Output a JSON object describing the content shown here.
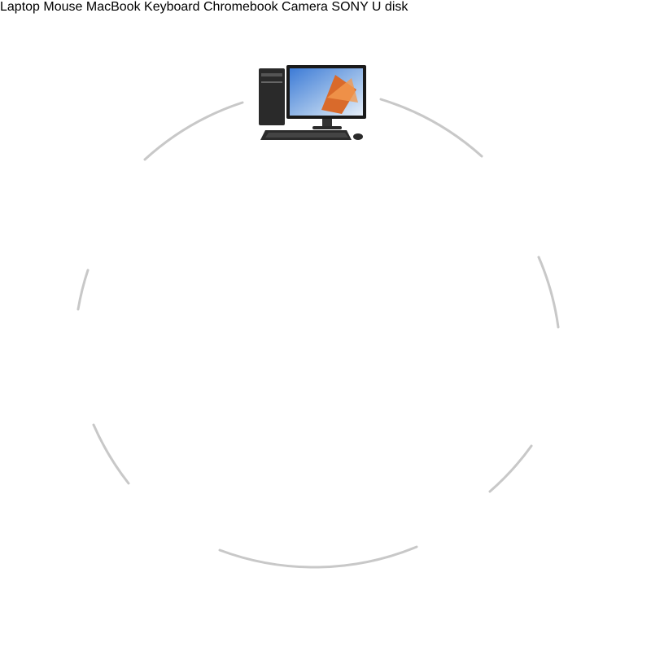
{
  "labels": {
    "laptop": "Laptop",
    "udisk": "U disk",
    "camera": "Camera",
    "chromebook": "Chromebook",
    "keyboard": "Keyboard",
    "macbook": "MacBook",
    "mouse": "Mouse"
  },
  "usb_drive_brand": "SONY",
  "colors": {
    "background": "#ffffff",
    "ring": "#c8c8c8",
    "hub_body": "#161616",
    "text": "#1a1a1a"
  }
}
